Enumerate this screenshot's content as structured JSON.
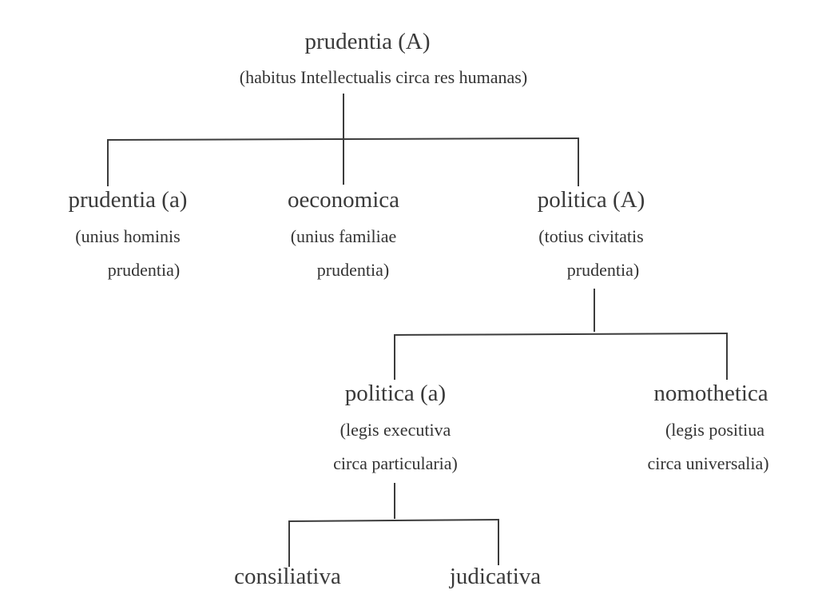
{
  "diagram": {
    "nodes": {
      "root": {
        "title": "prudentia (A)",
        "desc": [
          "(habitus Intellectualis circa res humanas)"
        ]
      },
      "prudentia_a": {
        "title": "prudentia (a)",
        "desc": [
          "(unius hominis",
          "prudentia)"
        ]
      },
      "oeconomica": {
        "title": "oeconomica",
        "desc": [
          "(unius familiae",
          "prudentia)"
        ]
      },
      "politica_A": {
        "title": "politica (A)",
        "desc": [
          "(totius civitatis",
          "prudentia)"
        ]
      },
      "politica_a": {
        "title": "politica (a)",
        "desc": [
          "(legis executiva",
          "circa particularia)"
        ]
      },
      "nomothetica": {
        "title": "nomothetica",
        "desc": [
          "(legis positiua",
          "circa universalia)"
        ]
      },
      "consiliativa": {
        "title": "consiliativa",
        "desc": []
      },
      "judicativa": {
        "title": "judicativa",
        "desc": []
      }
    },
    "edges": [
      [
        "root",
        "prudentia_a"
      ],
      [
        "root",
        "oeconomica"
      ],
      [
        "root",
        "politica_A"
      ],
      [
        "politica_A",
        "politica_a"
      ],
      [
        "politica_A",
        "nomothetica"
      ],
      [
        "politica_a",
        "consiliativa"
      ],
      [
        "politica_a",
        "judicativa"
      ]
    ]
  }
}
